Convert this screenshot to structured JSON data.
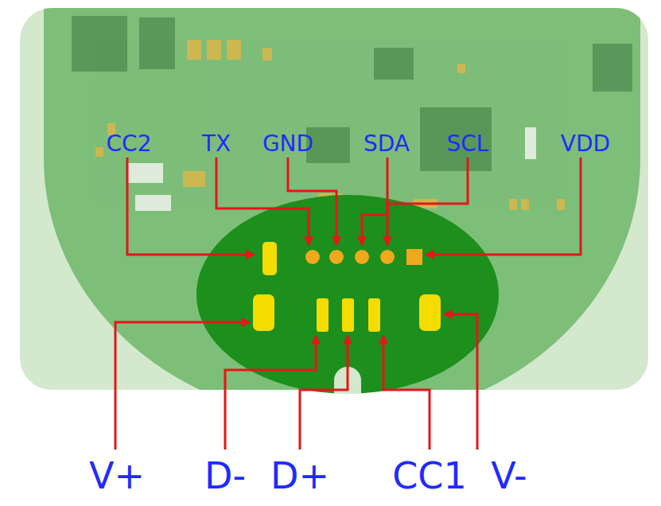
{
  "diagram": {
    "labels": [
      "CC2",
      "TX",
      "GND",
      "SDA",
      "SCL",
      "VDD",
      "V+",
      "D-",
      "D+",
      "CC1",
      "V-"
    ]
  }
}
